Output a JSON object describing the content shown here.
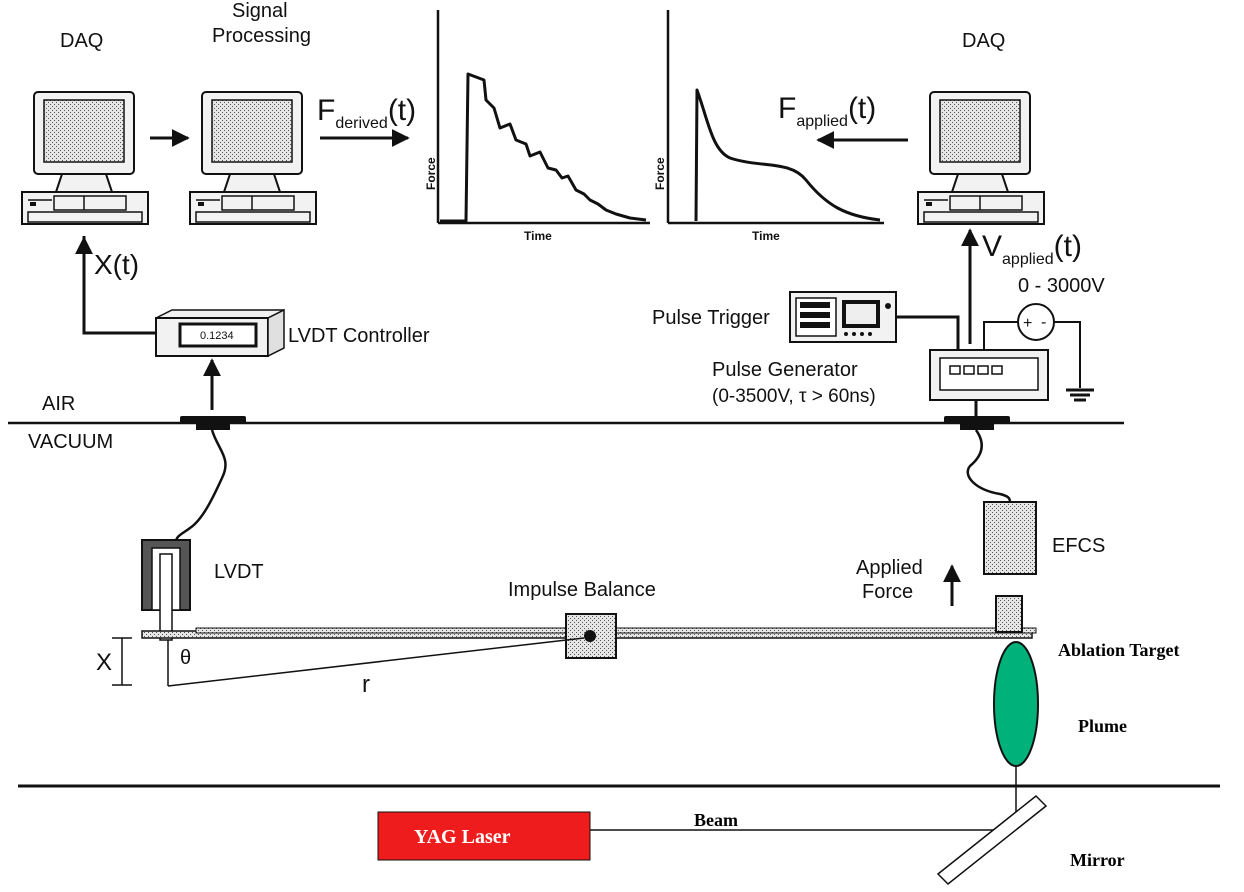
{
  "labels": {
    "daq_left": "DAQ",
    "signal_processing_1": "Signal",
    "signal_processing_2": "Processing",
    "f_derived_main": "F",
    "f_derived_sub": "derived",
    "f_derived_arg": "(t)",
    "f_applied_main": "F",
    "f_applied_sub": "applied",
    "f_applied_arg": "(t)",
    "daq_right": "DAQ",
    "x_of_t": "X(t)",
    "v_applied_main": "V",
    "v_applied_sub": "applied",
    "v_applied_arg": "(t)",
    "lvdt_controller": "LVDT Controller",
    "lvdt_display": "0.1234",
    "voltage_range": "0 - 3000V",
    "pulse_trigger": "Pulse Trigger",
    "pulse_generator_1": "Pulse Generator",
    "pulse_generator_2": "(0-3500V, τ > 60ns)",
    "air": "AIR",
    "vacuum": "VACUUM",
    "lvdt": "LVDT",
    "efcs": "EFCS",
    "applied_force_1": "Applied",
    "applied_force_2": "Force",
    "impulse_balance": "Impulse Balance",
    "x_disp": "X",
    "theta": "θ",
    "r": "r",
    "ablation_target": "Ablation Target",
    "plume": "Plume",
    "beam": "Beam",
    "yag_laser": "YAG Laser",
    "mirror": "Mirror",
    "plot1_ylabel": "Force",
    "plot1_xlabel": "Time",
    "plot2_ylabel": "Force",
    "plot2_xlabel": "Time",
    "plus": "+",
    "minus": "-"
  },
  "colors": {
    "laser": "#ee1c1c",
    "plume": "#00b27a",
    "line": "#111111"
  }
}
